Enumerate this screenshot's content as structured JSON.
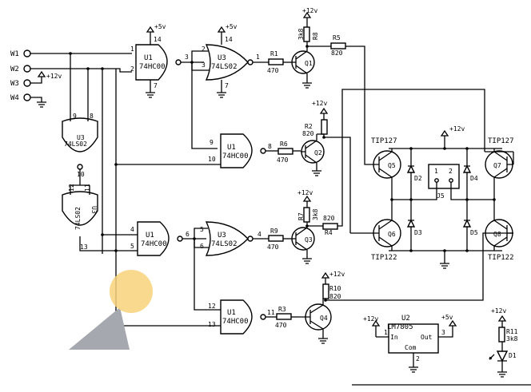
{
  "inputs": [
    "W1",
    "W2",
    "W3",
    "W4"
  ],
  "supply_12v": "+12v",
  "supply_5v": "+5v",
  "gates": {
    "u1a": {
      "name": "U1",
      "part": "74HC00",
      "pins": [
        "1",
        "2",
        "3",
        "14",
        "7"
      ]
    },
    "u3a": {
      "name": "U3",
      "part": "74LS02",
      "pins": [
        "2",
        "3",
        "1",
        "14",
        "7"
      ]
    },
    "u1b": {
      "name": "U1",
      "part": "74HC00",
      "pins": [
        "9",
        "10",
        "8"
      ]
    },
    "u3c": {
      "name": "U3",
      "part": "74LS02",
      "pins": [
        "9",
        "8",
        "10"
      ]
    },
    "u3d": {
      "name": "U3",
      "part": "74LS02",
      "pins": [
        "12",
        "11",
        "13"
      ]
    },
    "u1c": {
      "name": "U1",
      "part": "74HC00",
      "pins": [
        "4",
        "5",
        "6"
      ]
    },
    "u3b": {
      "name": "U3",
      "part": "74LS02",
      "pins": [
        "5",
        "6",
        "4"
      ]
    },
    "u1d": {
      "name": "U1",
      "part": "74HC00",
      "pins": [
        "12",
        "13",
        "11"
      ]
    }
  },
  "resistors": {
    "r1": {
      "name": "R1",
      "value": "470"
    },
    "r2": {
      "name": "R2",
      "value": "820"
    },
    "r3": {
      "name": "R3",
      "value": "470"
    },
    "r4": {
      "name": "R4",
      "value": "820"
    },
    "r5": {
      "name": "R5",
      "value": "820"
    },
    "r6": {
      "name": "R6",
      "value": "470"
    },
    "r7": {
      "name": "R7",
      "value": "3k8"
    },
    "r8": {
      "name": "R8",
      "value": "3k8"
    },
    "r9": {
      "name": "R9",
      "value": "470"
    },
    "r10": {
      "name": "R10",
      "value": "820"
    },
    "r11": {
      "name": "R11",
      "value": "3k8"
    }
  },
  "transistors": {
    "q1": "Q1",
    "q2": "Q2",
    "q3": "Q3",
    "q4": "Q4",
    "q5": "Q5",
    "q6": "Q6",
    "q7": "Q7",
    "q8": "Q8",
    "tip127_left": "TIP127",
    "tip127_right": "TIP127",
    "tip122_left": "TIP122",
    "tip122_right": "TIP122"
  },
  "diodes": {
    "d2": "D2",
    "d3": "D3",
    "d4": "D4",
    "d5": "D5",
    "d1": "D1"
  },
  "connector": {
    "name": "J5",
    "pin1": "1",
    "pin2": "2"
  },
  "regulator": {
    "name": "U2",
    "part": "LM7805",
    "in": "In",
    "out": "Out",
    "com": "Com",
    "pin_in": "1",
    "pin_out": "3",
    "pin_com": "2"
  }
}
